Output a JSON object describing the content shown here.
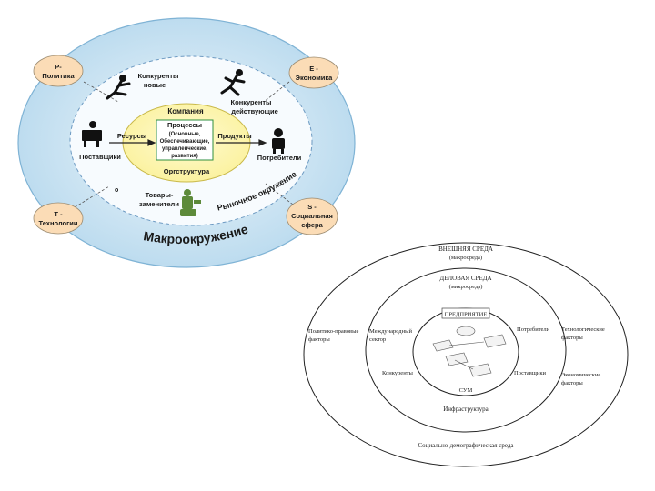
{
  "top_diagram": {
    "pest": {
      "p": [
        "Р-",
        "Политика"
      ],
      "e": [
        "Е -",
        "Экономика"
      ],
      "t": [
        "Т -",
        "Технологии"
      ],
      "s": [
        "S -",
        "Социальная",
        "сфера"
      ]
    },
    "macro_label": "Макроокружение",
    "micro_label": "Рыночное окружение",
    "company_label": "Компания",
    "processes": [
      "Процессы",
      "(Основные,",
      "Обеспечивающие,",
      "управленческие,",
      "развития)"
    ],
    "org_structure": "Оргструктура",
    "resources": "Ресурсы",
    "products": "Продукты",
    "suppliers": "Поставщики",
    "consumers": "Потребители",
    "competitors_new": [
      "Конкуренты",
      "новые"
    ],
    "competitors_existing": [
      "Конкуренты",
      "действующие"
    ],
    "substitutes": [
      "Товары-",
      "заменители"
    ],
    "marker": "o"
  },
  "bottom_diagram": {
    "outer_title": [
      "ВНЕШНЯЯ СРЕДА",
      "(макросреда)"
    ],
    "mid_title": [
      "ДЕЛОВАЯ СРЕДА",
      "(микросреда)"
    ],
    "inner_title": "ПРЕДПРИЯТИЕ",
    "left_far": [
      "Политико-правовые",
      "факторы"
    ],
    "left_near": [
      "Международный",
      "сектор"
    ],
    "right_near": "Потребители",
    "right_far": [
      "Технологические",
      "факторы"
    ],
    "competitors": "Конкуренты",
    "partners": "Поставщики",
    "right_far2": [
      "Экономические",
      "факторы"
    ],
    "inner_bottom": "СУМ",
    "infrastructure": "Инфраструктура",
    "bottom_label": "Социально-демографическая среда"
  }
}
